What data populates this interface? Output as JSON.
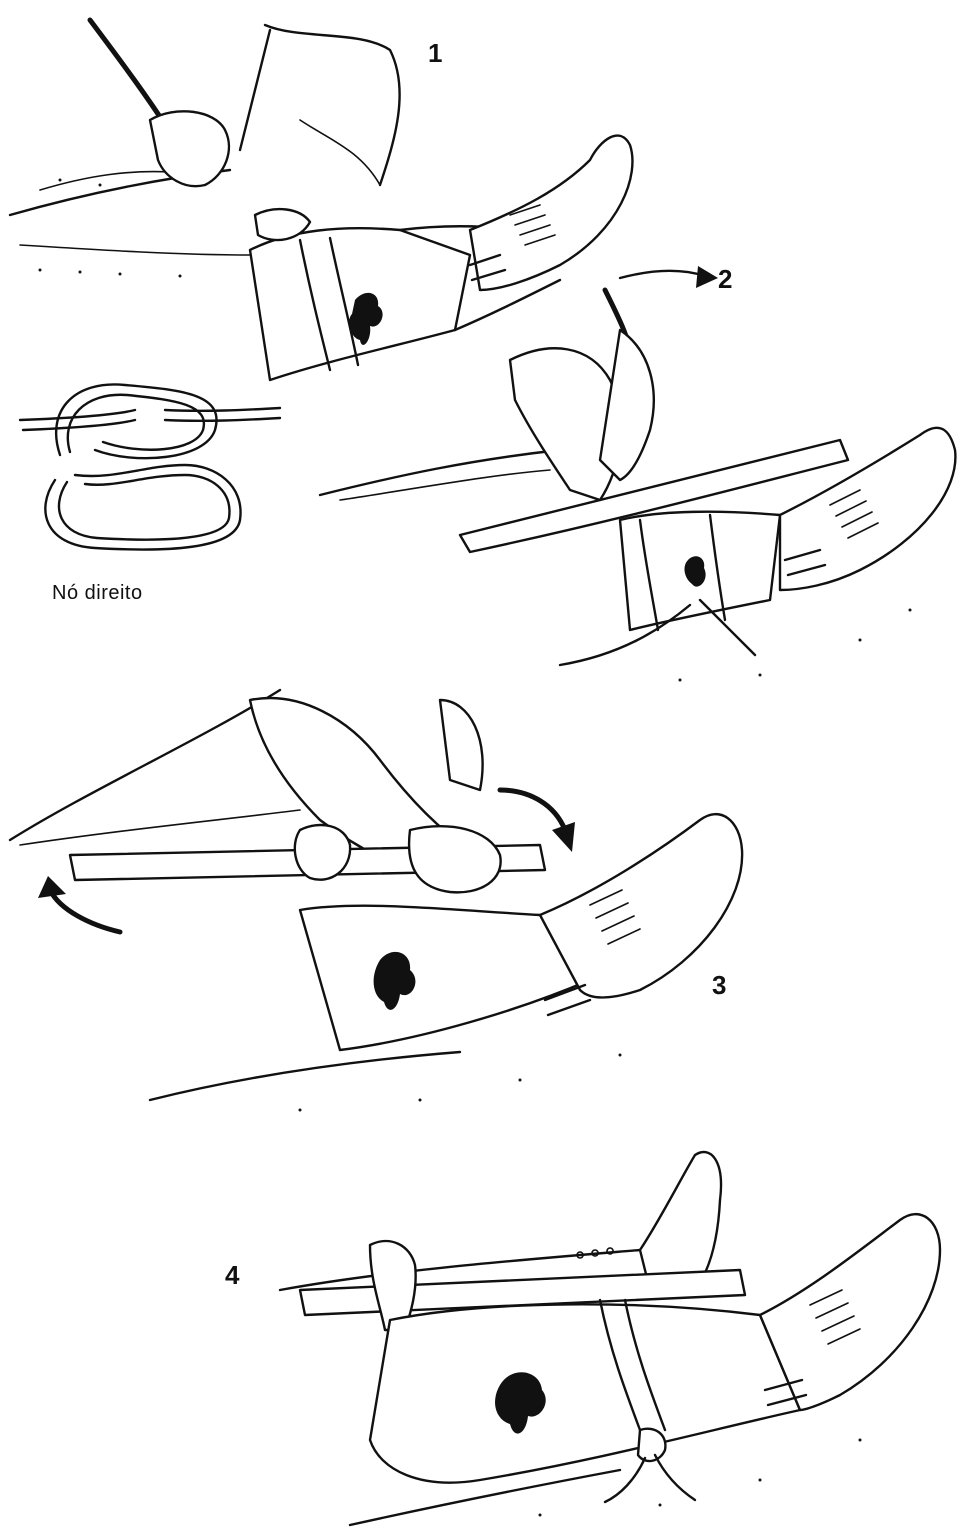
{
  "steps": {
    "step1_label": "1",
    "step2_label": "2",
    "step3_label": "3",
    "step4_label": "4"
  },
  "knot": {
    "caption": "Nó direito"
  },
  "icons": {
    "wound": "blood-stain-icon",
    "rotation": "curved-arrow-icon"
  },
  "colors": {
    "ink": "#111111",
    "paper": "#ffffff"
  }
}
